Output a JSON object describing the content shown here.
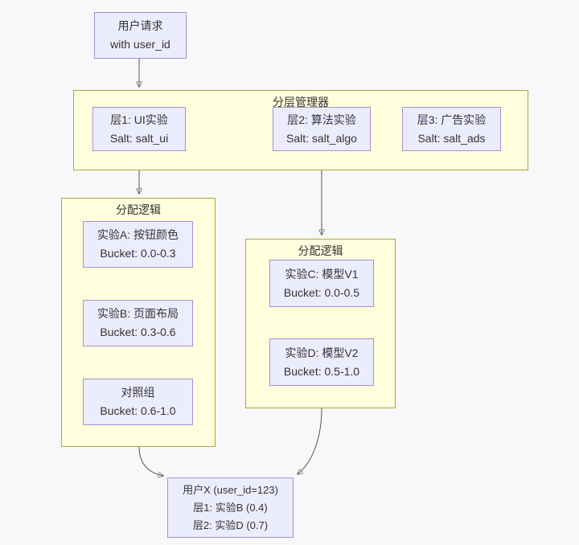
{
  "diagram": {
    "user_request": {
      "line1": "用户请求",
      "line2": "with user_id"
    },
    "layer_manager": {
      "title": "分层管理器",
      "layers": [
        {
          "line1": "层1: UI实验",
          "line2": "Salt: salt_ui"
        },
        {
          "line1": "层2: 算法实验",
          "line2": "Salt: salt_algo"
        },
        {
          "line1": "层3: 广告实验",
          "line2": "Salt: salt_ads"
        }
      ]
    },
    "ui_allocation": {
      "title": "分配逻辑",
      "experiments": [
        {
          "line1": "实验A: 按钮颜色",
          "line2": "Bucket: 0.0-0.3"
        },
        {
          "line1": "实验B: 页面布局",
          "line2": "Bucket: 0.3-0.6"
        },
        {
          "line1": "对照组",
          "line2": "Bucket: 0.6-1.0"
        }
      ]
    },
    "algo_allocation": {
      "title": "分配逻辑",
      "experiments": [
        {
          "line1": "实验C: 模型V1",
          "line2": "Bucket: 0.0-0.5"
        },
        {
          "line1": "实验D: 模型V2",
          "line2": "Bucket: 0.5-1.0"
        }
      ]
    },
    "result": {
      "line1": "用户X (user_id=123)",
      "line2": "层1: 实验B (0.4)",
      "line3": "层2: 实验D (0.7)"
    }
  },
  "colors": {
    "background": "#F8F8FA",
    "node_fill": "#ECECFF",
    "node_border": "#A491D3",
    "container_fill": "#FFFFDE",
    "container_border": "#AAAA33",
    "edge": "#555555",
    "arrowhead": "#333333",
    "text": "#333333"
  }
}
